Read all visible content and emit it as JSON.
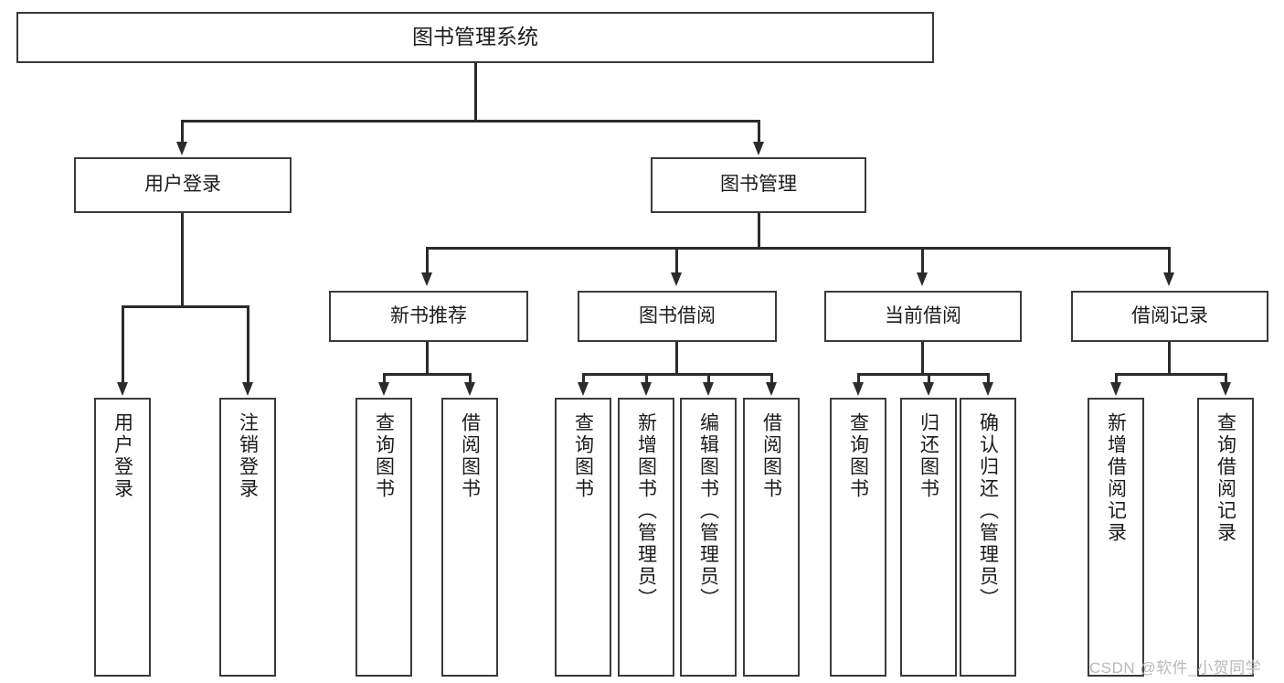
{
  "diagram": {
    "type": "tree-hierarchy",
    "title": "图书管理系统",
    "root": {
      "label": "图书管理系统"
    },
    "level1": [
      {
        "label": "用户登录"
      },
      {
        "label": "图书管理"
      }
    ],
    "level2": [
      {
        "label": "新书推荐"
      },
      {
        "label": "图书借阅"
      },
      {
        "label": "当前借阅"
      },
      {
        "label": "借阅记录"
      }
    ],
    "leaves": [
      {
        "label": "用户登录",
        "parent": "用户登录"
      },
      {
        "label": "注销登录",
        "parent": "用户登录"
      },
      {
        "label": "查询图书",
        "parent": "新书推荐"
      },
      {
        "label": "借阅图书",
        "parent": "新书推荐"
      },
      {
        "label": "查询图书",
        "parent": "图书借阅"
      },
      {
        "label": "新增图书（管理员）",
        "parent": "图书借阅"
      },
      {
        "label": "编辑图书（管理员）",
        "parent": "图书借阅"
      },
      {
        "label": "借阅图书",
        "parent": "图书借阅"
      },
      {
        "label": "查询图书",
        "parent": "当前借阅"
      },
      {
        "label": "归还图书",
        "parent": "当前借阅"
      },
      {
        "label": "确认归还（管理员）",
        "parent": "当前借阅"
      },
      {
        "label": "新增借阅记录",
        "parent": "借阅记录"
      },
      {
        "label": "查询借阅记录",
        "parent": "借阅记录"
      }
    ]
  },
  "watermark": {
    "text": "CSDN @软件_小贺同学"
  },
  "colors": {
    "stroke": "#3a3a3a",
    "connector": "#2b2b2b",
    "background": "#ffffff",
    "text": "#1b1b1b",
    "watermark": "#b9b9b9"
  }
}
